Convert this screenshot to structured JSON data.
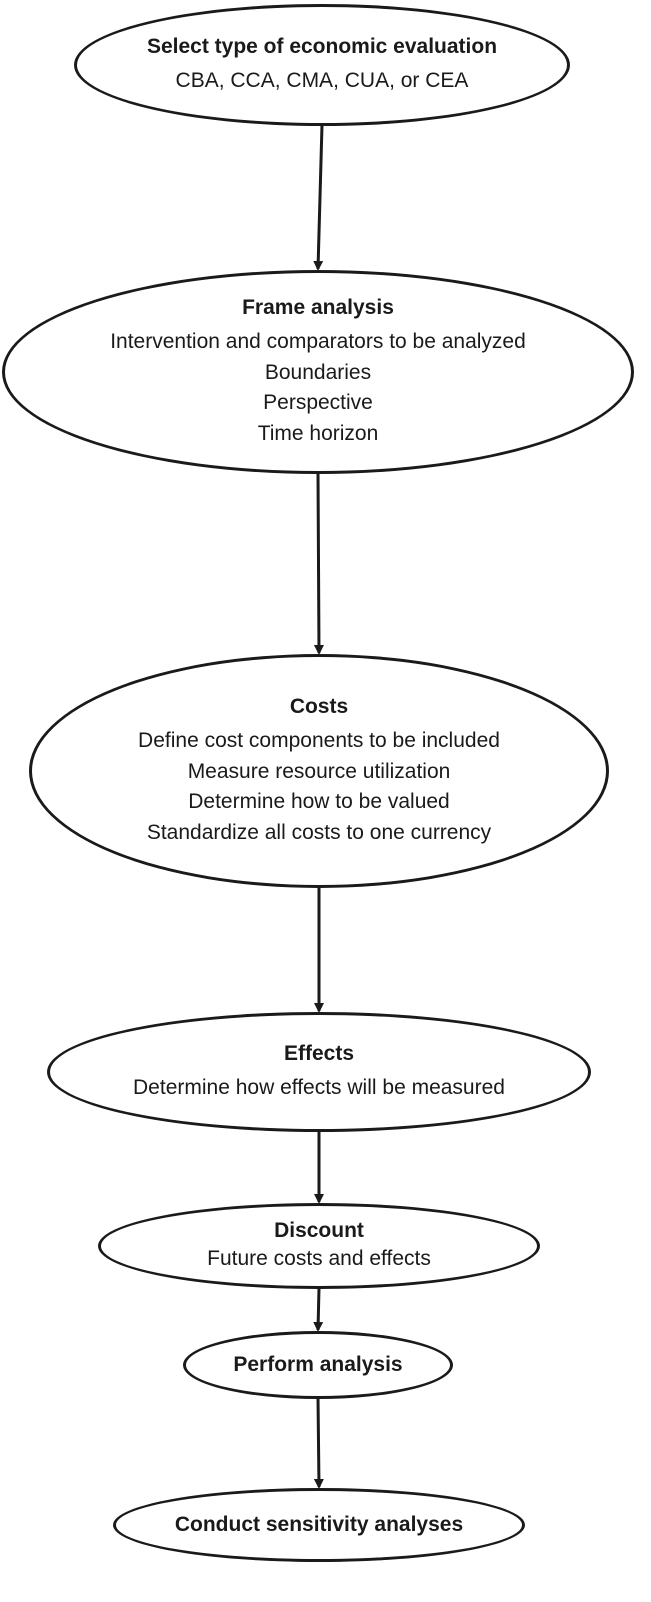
{
  "colors": {
    "stroke": "#1a1a1a",
    "background": "#ffffff"
  },
  "nodes": [
    {
      "id": "select",
      "title": "Select type of economic evaluation",
      "lines": [
        "CBA, CCA, CMA, CUA, or CEA"
      ]
    },
    {
      "id": "frame",
      "title": "Frame analysis",
      "lines": [
        "Intervention and comparators to be analyzed",
        "Boundaries",
        "Perspective",
        "Time horizon"
      ]
    },
    {
      "id": "costs",
      "title": "Costs",
      "lines": [
        "Define cost components to be included",
        "Measure resource utilization",
        "Determine how to be valued",
        "Standardize all costs to one currency"
      ]
    },
    {
      "id": "effects",
      "title": "Effects",
      "lines": [
        "Determine how effects will be measured"
      ]
    },
    {
      "id": "discount",
      "title": "Discount",
      "lines": [
        "Future costs and effects"
      ]
    },
    {
      "id": "perform",
      "title": "Perform analysis",
      "lines": []
    },
    {
      "id": "sens",
      "title": "Conduct sensitivity analyses",
      "lines": []
    }
  ],
  "edges": [
    [
      "select",
      "frame"
    ],
    [
      "frame",
      "costs"
    ],
    [
      "costs",
      "effects"
    ],
    [
      "effects",
      "discount"
    ],
    [
      "discount",
      "perform"
    ],
    [
      "perform",
      "sens"
    ]
  ]
}
